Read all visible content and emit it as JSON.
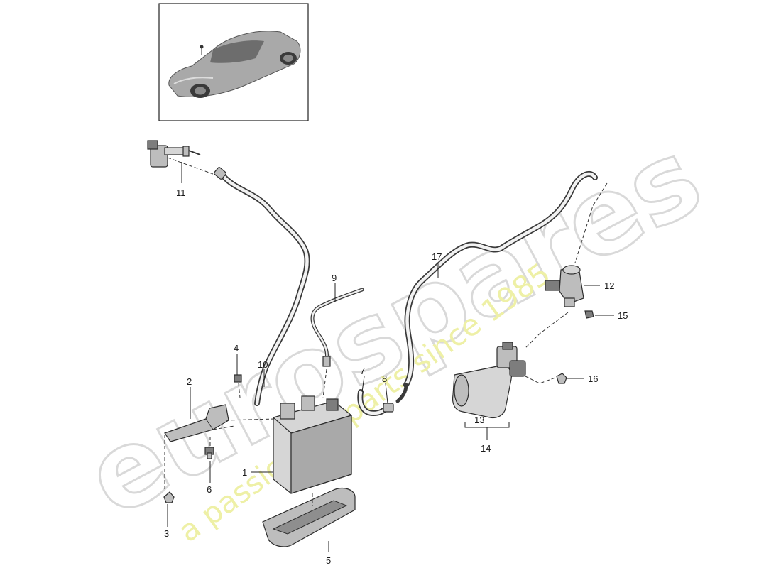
{
  "watermark": {
    "brand": "eurospares",
    "tagline": "a passion for parts since 1985"
  },
  "callouts": [
    {
      "id": "1",
      "label": "1"
    },
    {
      "id": "2",
      "label": "2"
    },
    {
      "id": "3",
      "label": "3"
    },
    {
      "id": "4",
      "label": "4"
    },
    {
      "id": "5",
      "label": "5"
    },
    {
      "id": "6",
      "label": "6"
    },
    {
      "id": "7",
      "label": "7"
    },
    {
      "id": "8",
      "label": "8"
    },
    {
      "id": "9",
      "label": "9"
    },
    {
      "id": "10",
      "label": "10"
    },
    {
      "id": "11",
      "label": "11"
    },
    {
      "id": "12",
      "label": "12"
    },
    {
      "id": "13",
      "label": "13"
    },
    {
      "id": "14",
      "label": "14"
    },
    {
      "id": "15",
      "label": "15"
    },
    {
      "id": "16",
      "label": "16"
    },
    {
      "id": "17",
      "label": "17"
    }
  ],
  "colors": {
    "line": "#222222",
    "part_fill": "#bdbdbd",
    "watermark_outline": "#d9d9d9",
    "watermark_tagline": "#eef0a6"
  }
}
